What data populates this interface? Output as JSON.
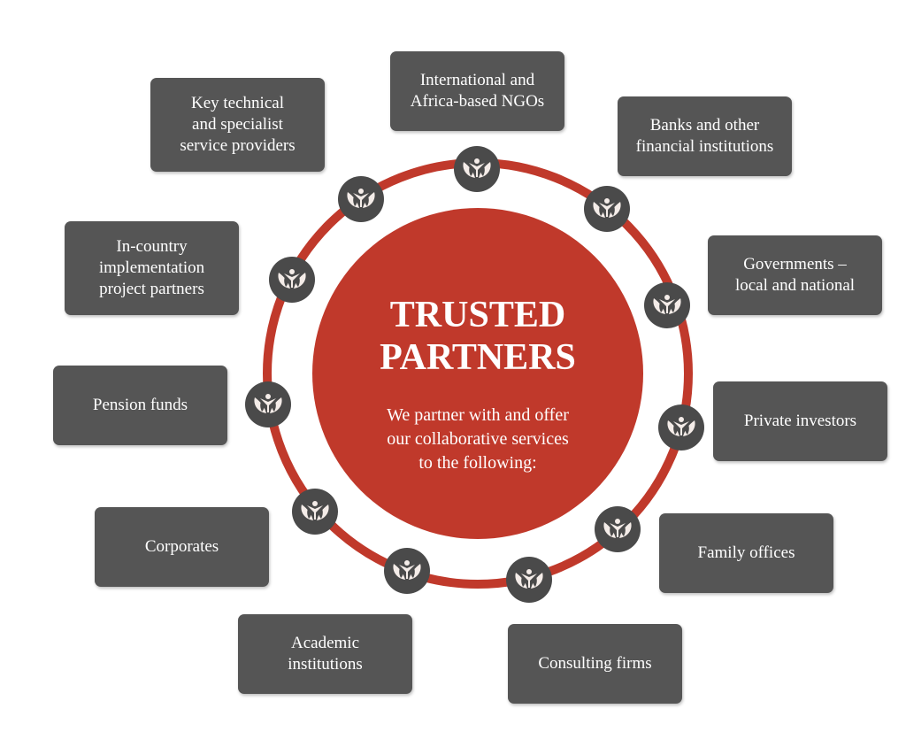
{
  "center": {
    "title": "TRUSTED\nPARTNERS",
    "subtitle": "We partner with and offer\nour collaborative services\nto the following:"
  },
  "colors": {
    "ring": "#c0392b",
    "box": "#555555",
    "icon_bg": "#4a4a4a"
  },
  "partners": [
    {
      "label": "International and\nAfrica-based NGOs"
    },
    {
      "label": "Key technical\nand specialist\nservice providers"
    },
    {
      "label": "Banks and other\nfinancial institutions"
    },
    {
      "label": "In-country\nimplementation\nproject partners"
    },
    {
      "label": "Governments –\nlocal and national"
    },
    {
      "label": "Pension funds"
    },
    {
      "label": "Private investors"
    },
    {
      "label": "Corporates"
    },
    {
      "label": "Family offices"
    },
    {
      "label": "Academic\ninstitutions"
    },
    {
      "label": "Consulting firms"
    }
  ]
}
